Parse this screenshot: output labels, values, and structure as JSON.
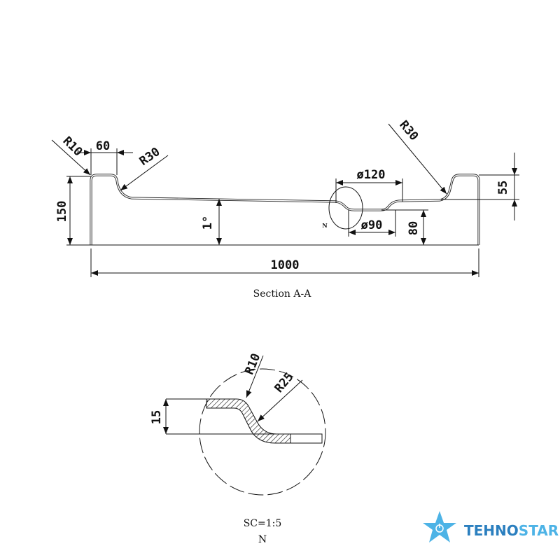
{
  "section": {
    "title": "Section A-A",
    "dimensions": {
      "overall_width": "1000",
      "height": "150",
      "rim_width": "60",
      "rim_radius": "R10",
      "left_radius": "R30",
      "right_radius": "R30",
      "slope": "1°",
      "drain_outer": "ø120",
      "drain_inner": "ø90",
      "drain_height": "80",
      "rim_depth": "55"
    },
    "detail_marker": "N"
  },
  "detail": {
    "dimensions": {
      "thickness": "15",
      "radius_small": "R10",
      "radius_large": "R25"
    },
    "scale": "SC=1:5",
    "name": "N"
  },
  "logo": {
    "part1": "TEHNO",
    "part2": "STAR",
    "color_dark": "#2b7fbf",
    "color_light": "#4db3e6"
  }
}
